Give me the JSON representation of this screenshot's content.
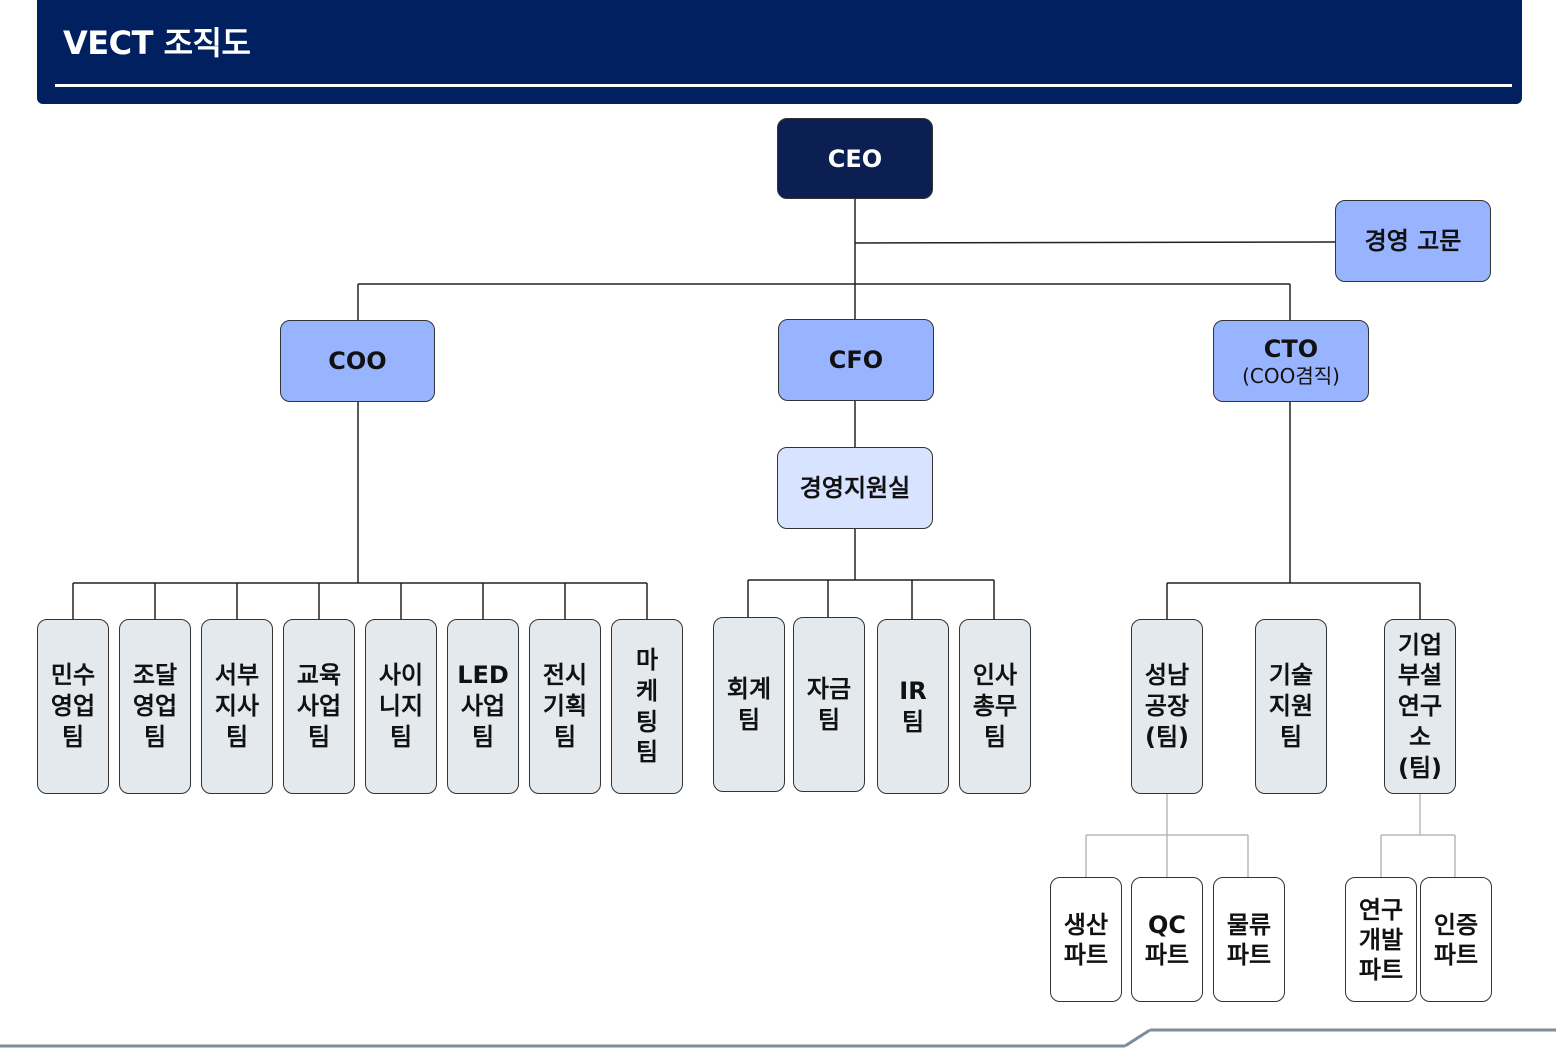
{
  "header": {
    "title": "VECT 조직도"
  },
  "org": {
    "ceo": "CEO",
    "advisor": "경영 고문",
    "coo": "COO",
    "cfo": "CFO",
    "cto": "CTO",
    "cto_note": "(COO겸직)",
    "support_office": "경영지원실",
    "coo_teams": [
      "민수\n영업\n팀",
      "조달\n영업\n팀",
      "서부\n지사\n팀",
      "교육\n사업\n팀",
      "사이\n니지\n팀",
      "LED\n사업\n팀",
      "전시\n기획\n팀",
      "마\n케\n팅\n팀"
    ],
    "cfo_teams": [
      "회계\n팀",
      "자금\n팀",
      "IR\n팀",
      "인사\n총무\n팀"
    ],
    "cto_teams": [
      "성남\n공장\n(팀)",
      "기술\n지원\n팀",
      "기업\n부설\n연구\n소\n(팀)"
    ],
    "factory_parts": [
      "생산\n파트",
      "QC\n파트",
      "물류\n파트"
    ],
    "lab_parts": [
      "연구\n개발\n파트",
      "인증\n파트"
    ]
  },
  "colors": {
    "header": "#012060",
    "executive": "#0c1f52",
    "officer": "#99b4ff",
    "office": "#d7e3ff",
    "team": "#e4e9ee"
  }
}
